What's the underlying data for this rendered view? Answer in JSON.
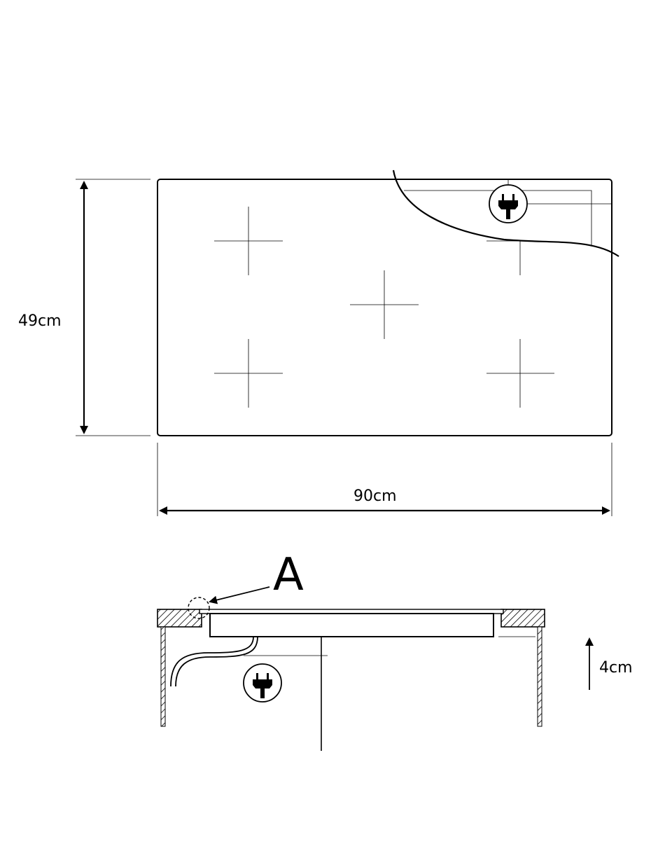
{
  "labels": {
    "height_dimension": "49cm",
    "width_dimension": "90cm",
    "detail_marker": "A",
    "depth_dimension": "4cm"
  },
  "icons": {
    "top_view_power": "plug-icon",
    "side_view_power": "plug-icon"
  },
  "colors": {
    "line": "#000000",
    "background": "#ffffff"
  }
}
